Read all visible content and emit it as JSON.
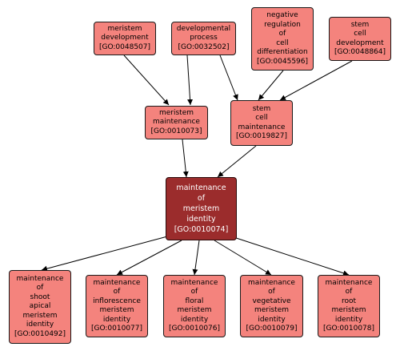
{
  "diagram": {
    "nodes": [
      {
        "id": "n1",
        "name": "meristem\ndevelopment",
        "go_id": "[GO:0048507]"
      },
      {
        "id": "n2",
        "name": "developmental\nprocess",
        "go_id": "[GO:0032502]"
      },
      {
        "id": "n3",
        "name": "negative\nregulation\nof\ncell\ndifferentiation",
        "go_id": "[GO:0045596]"
      },
      {
        "id": "n4",
        "name": "stem\ncell\ndevelopment",
        "go_id": "[GO:0048864]"
      },
      {
        "id": "n5",
        "name": "meristem\nmaintenance",
        "go_id": "[GO:0010073]"
      },
      {
        "id": "n6",
        "name": "stem\ncell\nmaintenance",
        "go_id": "[GO:0019827]"
      },
      {
        "id": "n7",
        "name": "maintenance\nof\nmeristem\nidentity",
        "go_id": "[GO:0010074]",
        "focus": true
      },
      {
        "id": "n8",
        "name": "maintenance\nof\nshoot\napical\nmeristem\nidentity",
        "go_id": "[GO:0010492]"
      },
      {
        "id": "n9",
        "name": "maintenance\nof\ninflorescence\nmeristem\nidentity",
        "go_id": "[GO:0010077]"
      },
      {
        "id": "n10",
        "name": "maintenance\nof\nfloral\nmeristem\nidentity",
        "go_id": "[GO:0010076]"
      },
      {
        "id": "n11",
        "name": "maintenance\nof\nvegetative\nmeristem\nidentity",
        "go_id": "[GO:0010079]"
      },
      {
        "id": "n12",
        "name": "maintenance\nof\nroot\nmeristem\nidentity",
        "go_id": "[GO:0010078]"
      }
    ],
    "edges": [
      {
        "from": "n1",
        "to": "n5"
      },
      {
        "from": "n2",
        "to": "n5"
      },
      {
        "from": "n2",
        "to": "n6"
      },
      {
        "from": "n3",
        "to": "n6"
      },
      {
        "from": "n4",
        "to": "n6"
      },
      {
        "from": "n5",
        "to": "n7"
      },
      {
        "from": "n6",
        "to": "n7"
      },
      {
        "from": "n7",
        "to": "n8"
      },
      {
        "from": "n7",
        "to": "n9"
      },
      {
        "from": "n7",
        "to": "n10"
      },
      {
        "from": "n7",
        "to": "n11"
      },
      {
        "from": "n7",
        "to": "n12"
      }
    ],
    "colors": {
      "node_fill": "#f4837d",
      "focus_fill": "#9b2c2c",
      "focus_text": "#ffffff",
      "edge": "#000000"
    }
  }
}
